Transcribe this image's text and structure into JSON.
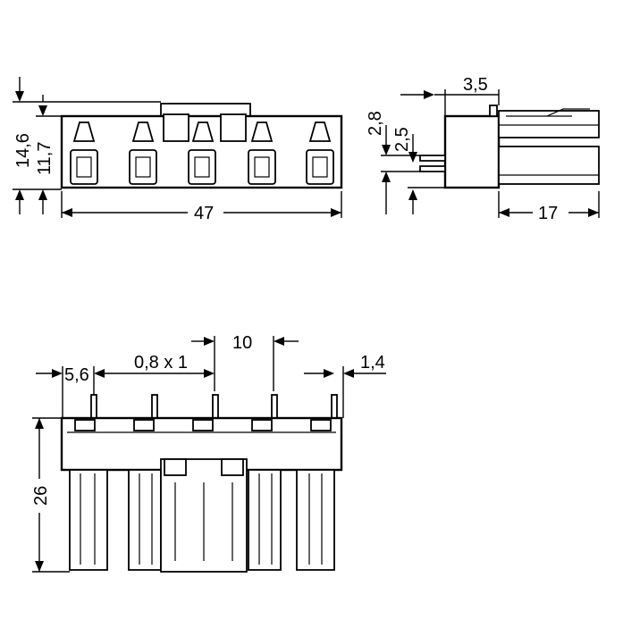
{
  "dimensions": {
    "front_height_total": "14,6",
    "front_height_body": "11,7",
    "front_width": "47",
    "side_top": "3,5",
    "side_left_upper": "2,8",
    "side_left_lower": "2,5",
    "side_depth": "17",
    "bottom_pitch": "10",
    "bottom_pin": "0,8 x 1",
    "bottom_offset_left": "5,6",
    "bottom_offset_right": "1,4",
    "bottom_height": "26"
  }
}
